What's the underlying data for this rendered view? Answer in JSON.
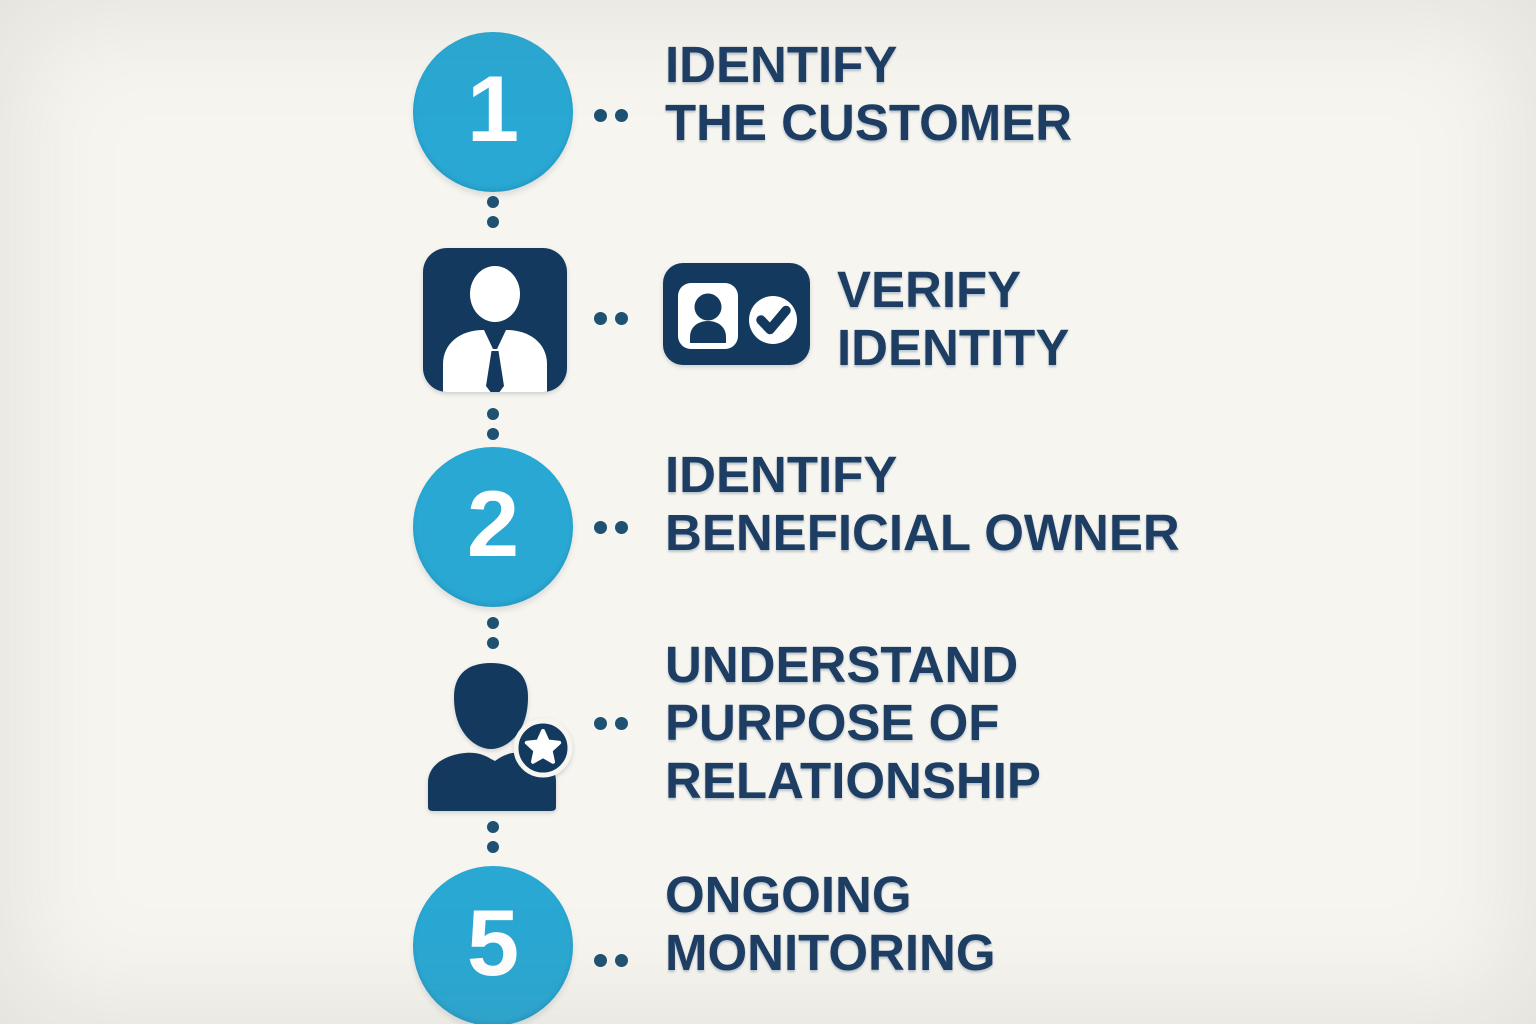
{
  "page": {
    "type": "process-infographic",
    "orientation": "vertical",
    "connector_style": "dotted"
  },
  "colors": {
    "page_bg": "#f7f5ef",
    "accent_cyan": "#29a8d3",
    "icon_navy": "#14395e",
    "text_navy": "#1d3d63",
    "dot_color": "#1f5172",
    "number_white": "#ffffff"
  },
  "steps": [
    {
      "id": "identify-the-customer",
      "marker_type": "number-circle",
      "number": "1",
      "icon": null,
      "label_lines": [
        "IDENTIFY",
        "THE CUSTOMER"
      ]
    },
    {
      "id": "verify-identity",
      "marker_type": "icon",
      "number": null,
      "icon": "person-in-rounded-square-icon",
      "secondary_icon": "id-card-with-checkmark-icon",
      "label_lines": [
        "VERIFY",
        "IDENTITY"
      ]
    },
    {
      "id": "identify-beneficial-owner",
      "marker_type": "number-circle",
      "number": "2",
      "icon": null,
      "label_lines": [
        "IDENTIFY",
        "BENEFICIAL OWNER"
      ]
    },
    {
      "id": "understand-purpose-of-relationship",
      "marker_type": "icon",
      "number": null,
      "icon": "person-with-star-badge-icon",
      "label_lines": [
        "UNDERSTAND",
        "PURPOSE OF",
        "RELATIONSHIP"
      ]
    },
    {
      "id": "ongoing-monitoring",
      "marker_type": "number-circle",
      "number": "5",
      "icon": null,
      "label_lines": [
        "ONGOING",
        "MONITORING"
      ]
    }
  ]
}
